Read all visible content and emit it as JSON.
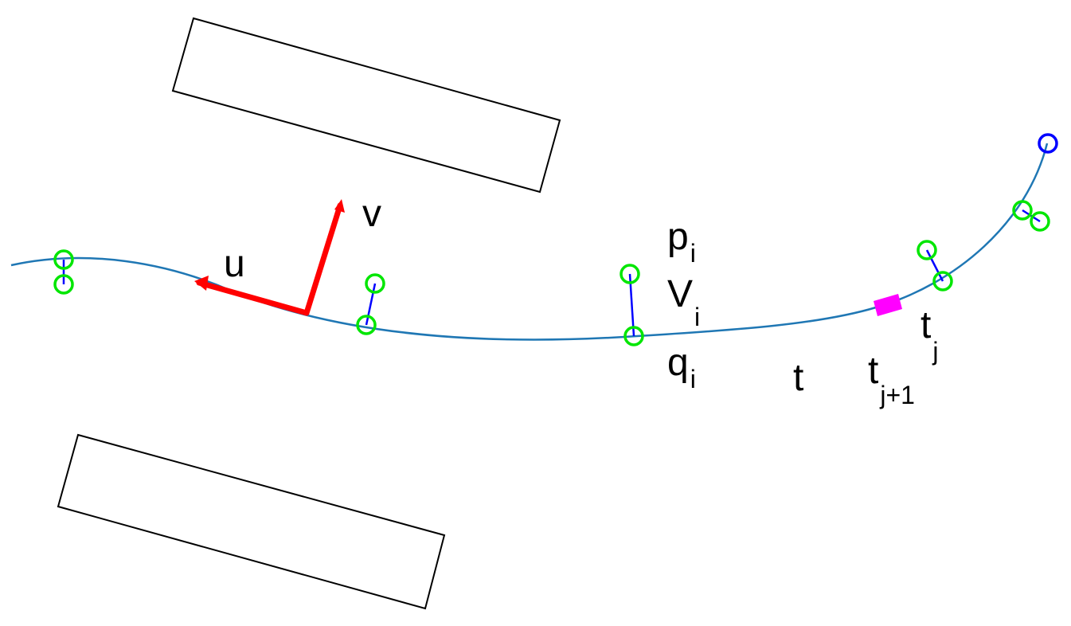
{
  "colors": {
    "curve": "#1f77b4",
    "ring": "#00e600",
    "link": "#0000ff",
    "axes": "#ff0000",
    "endpoint": "#0000ff",
    "segment": "#ff00ff",
    "outline": "#000000"
  },
  "icons": {
    "ring": "green-circle-marker",
    "endpoint": "blue-circle-marker",
    "segment": "magenta-rectangle-marker",
    "arrow": "red-arrow"
  },
  "labels": {
    "u": "u",
    "v": "v",
    "p": {
      "main": "p",
      "sub": "i"
    },
    "V": {
      "main": "V",
      "sub": "i"
    },
    "q": {
      "main": "q",
      "sub": "i"
    },
    "t": "t",
    "tj": {
      "main": "t",
      "sub": "j"
    },
    "tj1": {
      "main": "t",
      "sub": "j+1"
    }
  }
}
